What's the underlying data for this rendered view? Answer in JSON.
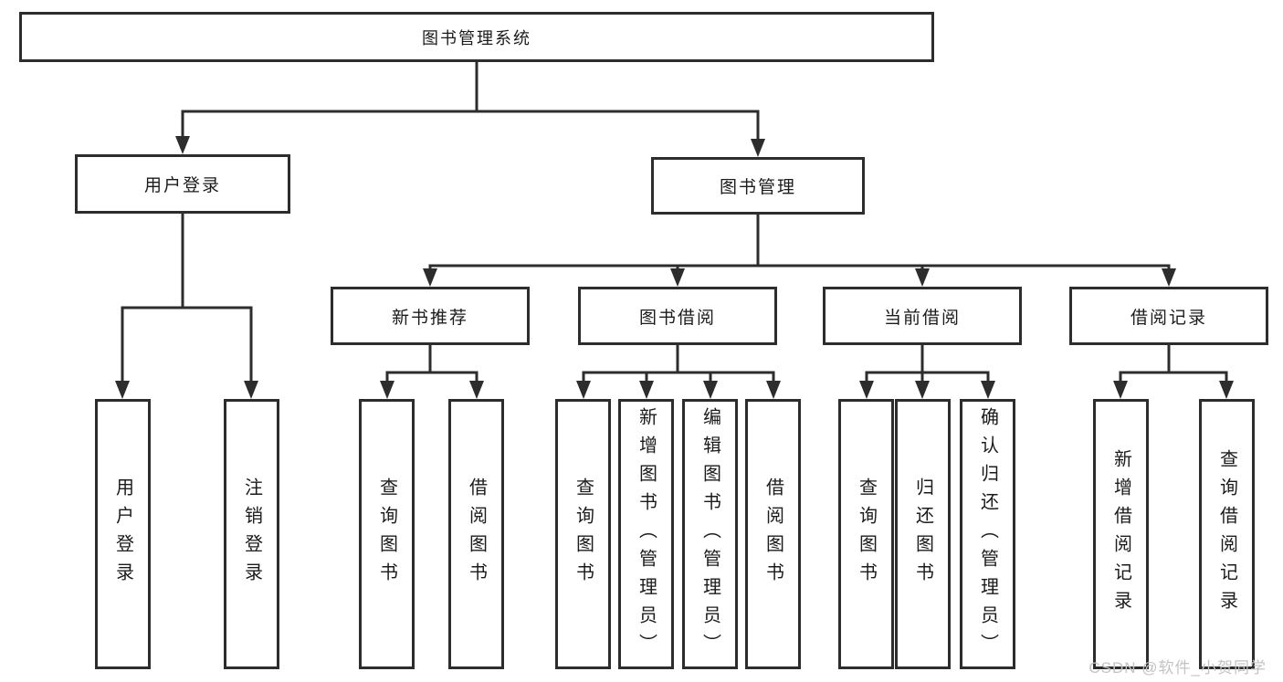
{
  "tree": {
    "label": "图书管理系统",
    "children": [
      {
        "label": "用户登录",
        "children": [
          {
            "label": "用户登录"
          },
          {
            "label": "注销登录"
          }
        ]
      },
      {
        "label": "图书管理",
        "children": [
          {
            "label": "新书推荐",
            "children": [
              {
                "label": "查询图书"
              },
              {
                "label": "借阅图书"
              }
            ]
          },
          {
            "label": "图书借阅",
            "children": [
              {
                "label": "查询图书"
              },
              {
                "label": "新增图书（管理员）"
              },
              {
                "label": "编辑图书（管理员）"
              },
              {
                "label": "借阅图书"
              }
            ]
          },
          {
            "label": "当前借阅",
            "children": [
              {
                "label": "查询图书"
              },
              {
                "label": "归还图书"
              },
              {
                "label": "确认归还（管理员）"
              }
            ]
          },
          {
            "label": "借阅记录",
            "children": [
              {
                "label": "新增借阅记录"
              },
              {
                "label": "查询借阅记录"
              }
            ]
          }
        ]
      }
    ]
  },
  "watermark": "CSDN @软件_小贺同学",
  "colors": {
    "line": "#2d2d2d",
    "text": "#1b1b1b",
    "watermark": "#c3c3c3",
    "background": "#ffffff"
  }
}
